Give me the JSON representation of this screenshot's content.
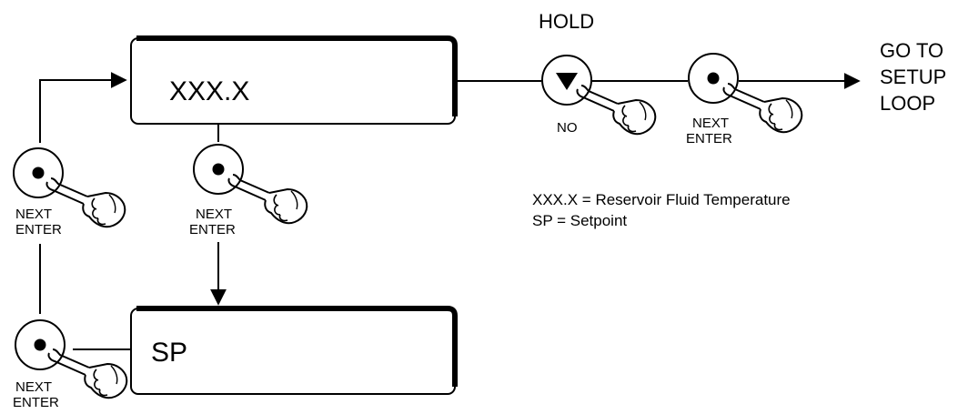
{
  "display_top": {
    "text": "XXX.X"
  },
  "display_bottom": {
    "text": "SP"
  },
  "hold_label": "HOLD",
  "no_label": "NO",
  "next_line1": "NEXT",
  "next_line2": "ENTER",
  "goto": {
    "line1": "GO TO",
    "line2": "SETUP",
    "line3": "LOOP"
  },
  "legend": {
    "line1": "XXX.X = Reservoir Fluid Temperature",
    "line2": "SP = Setpoint"
  },
  "colors": {
    "stroke": "#000000",
    "background": "#ffffff"
  },
  "icons": {
    "next_button": "dot-button-icon",
    "down_button": "down-triangle-icon",
    "press": "pointing-hand-icon"
  }
}
